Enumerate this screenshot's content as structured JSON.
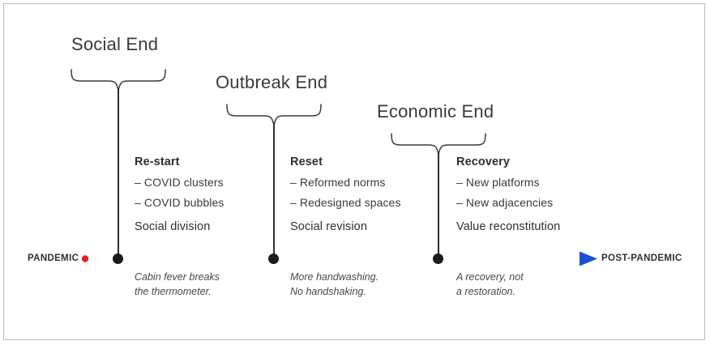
{
  "diagram": {
    "title_hidden": "",
    "axis": {
      "start_label": "PANDEMIC",
      "end_label": "POST-PANDEMIC",
      "start_color": "#ed1c24",
      "mid_color": "#c4009e",
      "end_color": "#1a4fd6",
      "node_color": "#1c1c1e"
    },
    "phases": [
      {
        "brace_title": "Social End",
        "heading": "Re-start",
        "bullets": [
          "– COVID clusters",
          "– COVID bubbles"
        ],
        "summary": "Social division",
        "caption_line1": "Cabin fever breaks",
        "caption_line2": "the thermometer."
      },
      {
        "brace_title": "Outbreak End",
        "heading": "Reset",
        "bullets": [
          "– Reformed norms",
          "– Redesigned spaces"
        ],
        "summary": "Social revision",
        "caption_line1": "More handwashing.",
        "caption_line2": "No handshaking."
      },
      {
        "brace_title": "Economic End",
        "heading": "Recovery",
        "bullets": [
          "– New platforms",
          "– New adjacencies"
        ],
        "summary": "Value reconstitution",
        "caption_line1": "A recovery, not",
        "caption_line2": "a restoration."
      }
    ]
  }
}
